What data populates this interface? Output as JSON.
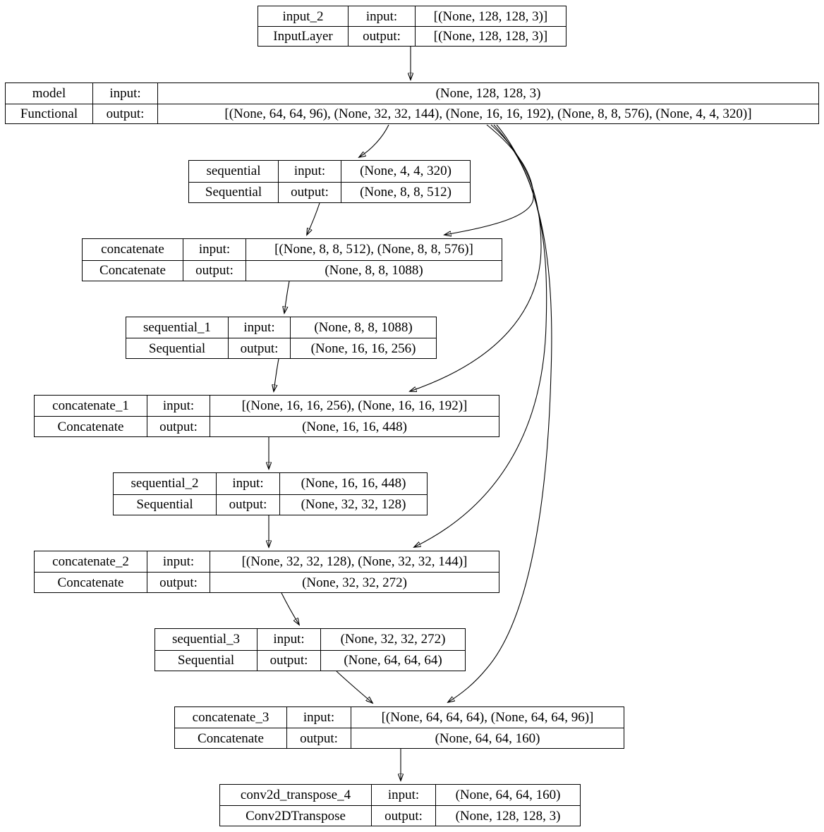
{
  "diagram": {
    "kind": "keras-plot-model-architecture",
    "colors": {
      "background": "#ffffff",
      "node_border": "#000000",
      "text": "#000000",
      "edge": "#000000"
    },
    "labels": {
      "input": "input:",
      "output": "output:"
    },
    "nodes": [
      {
        "name": "input_2",
        "type": "InputLayer",
        "input_shape": "[(None, 128, 128, 3)]",
        "output_shape": "[(None, 128, 128, 3)]"
      },
      {
        "name": "model",
        "type": "Functional",
        "input_shape": "(None, 128, 128, 3)",
        "output_shape": "[(None, 64, 64, 96), (None, 32, 32, 144), (None, 16, 16, 192), (None, 8, 8, 576), (None, 4, 4, 320)]"
      },
      {
        "name": "sequential",
        "type": "Sequential",
        "input_shape": "(None, 4, 4, 320)",
        "output_shape": "(None, 8, 8, 512)"
      },
      {
        "name": "concatenate",
        "type": "Concatenate",
        "input_shape": "[(None, 8, 8, 512), (None, 8, 8, 576)]",
        "output_shape": "(None, 8, 8, 1088)"
      },
      {
        "name": "sequential_1",
        "type": "Sequential",
        "input_shape": "(None, 8, 8, 1088)",
        "output_shape": "(None, 16, 16, 256)"
      },
      {
        "name": "concatenate_1",
        "type": "Concatenate",
        "input_shape": "[(None, 16, 16, 256), (None, 16, 16, 192)]",
        "output_shape": "(None, 16, 16, 448)"
      },
      {
        "name": "sequential_2",
        "type": "Sequential",
        "input_shape": "(None, 16, 16, 448)",
        "output_shape": "(None, 32, 32, 128)"
      },
      {
        "name": "concatenate_2",
        "type": "Concatenate",
        "input_shape": "[(None, 32, 32, 128), (None, 32, 32, 144)]",
        "output_shape": "(None, 32, 32, 272)"
      },
      {
        "name": "sequential_3",
        "type": "Sequential",
        "input_shape": "(None, 32, 32, 272)",
        "output_shape": "(None, 64, 64, 64)"
      },
      {
        "name": "concatenate_3",
        "type": "Concatenate",
        "input_shape": "[(None, 64, 64, 64), (None, 64, 64, 96)]",
        "output_shape": "(None, 64, 64, 160)"
      },
      {
        "name": "conv2d_transpose_4",
        "type": "Conv2DTranspose",
        "input_shape": "(None, 64, 64, 160)",
        "output_shape": "(None, 128, 128, 3)"
      }
    ],
    "edges": [
      {
        "from": "input_2",
        "to": "model"
      },
      {
        "from": "model",
        "to": "sequential"
      },
      {
        "from": "model",
        "to": "concatenate"
      },
      {
        "from": "model",
        "to": "concatenate_1"
      },
      {
        "from": "model",
        "to": "concatenate_2"
      },
      {
        "from": "model",
        "to": "concatenate_3"
      },
      {
        "from": "sequential",
        "to": "concatenate"
      },
      {
        "from": "concatenate",
        "to": "sequential_1"
      },
      {
        "from": "sequential_1",
        "to": "concatenate_1"
      },
      {
        "from": "concatenate_1",
        "to": "sequential_2"
      },
      {
        "from": "sequential_2",
        "to": "concatenate_2"
      },
      {
        "from": "concatenate_2",
        "to": "sequential_3"
      },
      {
        "from": "sequential_3",
        "to": "concatenate_3"
      },
      {
        "from": "concatenate_3",
        "to": "conv2d_transpose_4"
      }
    ]
  }
}
